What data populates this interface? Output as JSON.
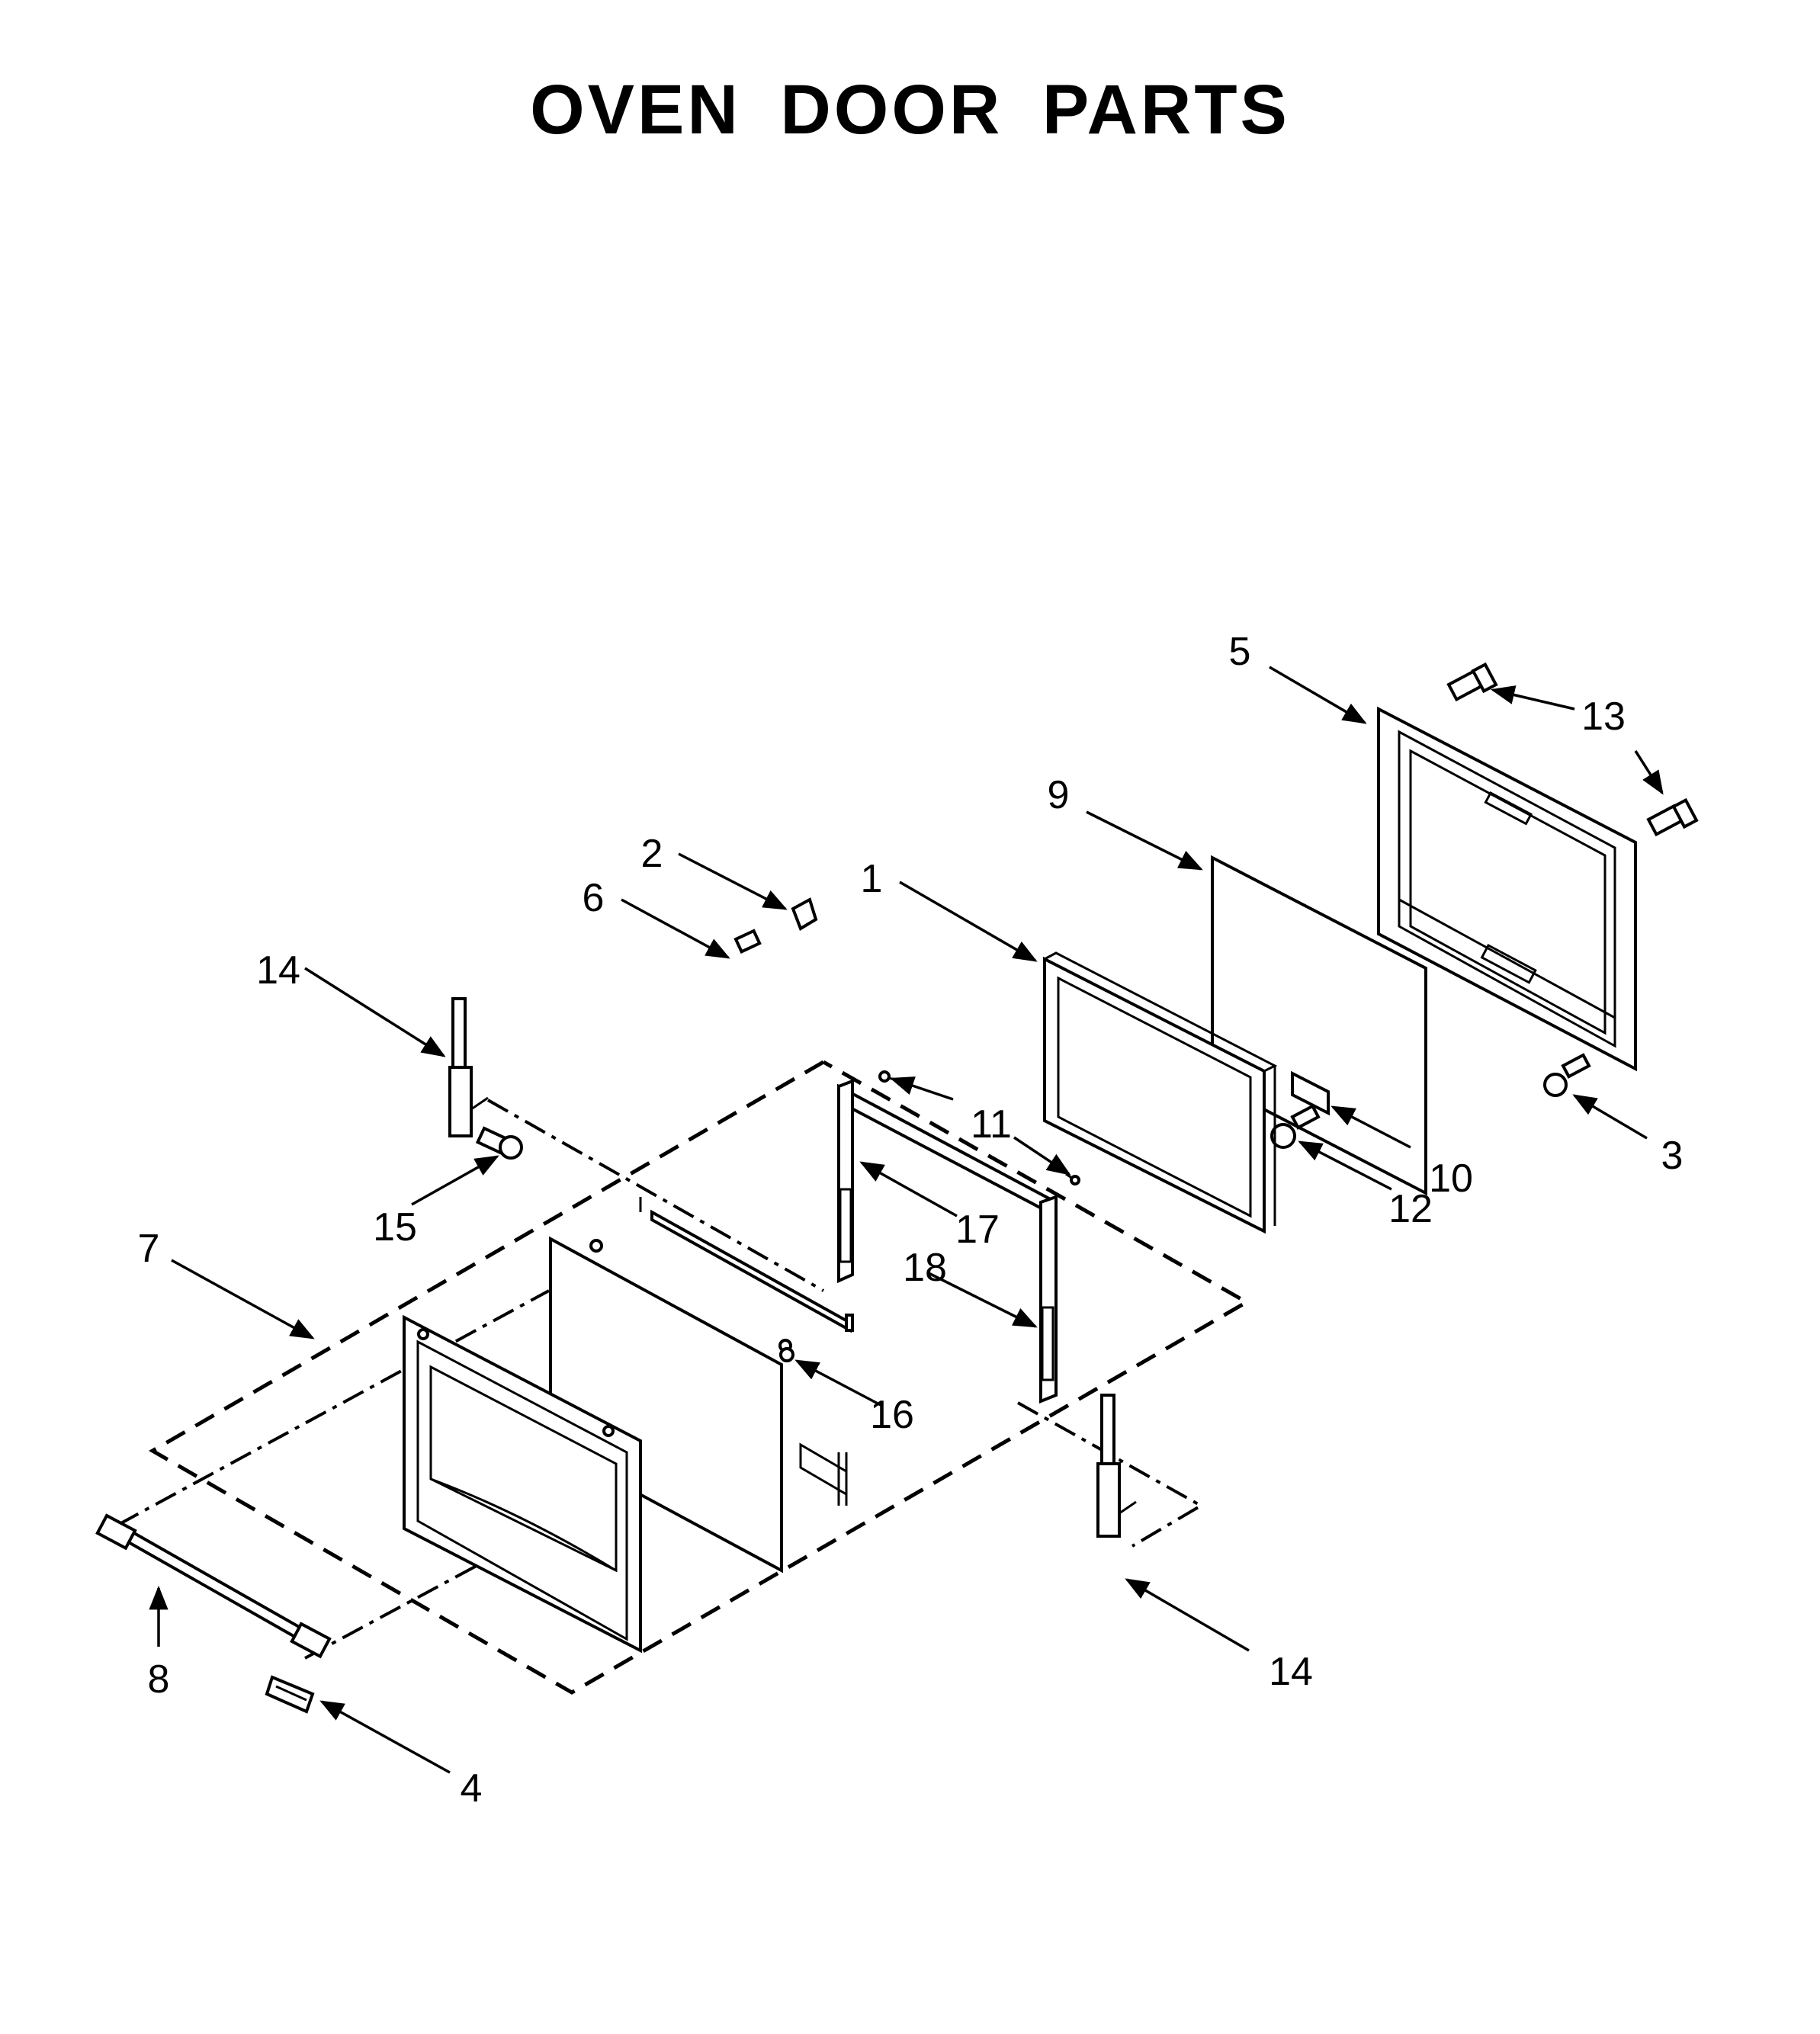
{
  "title": "OVEN DOOR PARTS",
  "callouts": {
    "c1": "1",
    "c2": "2",
    "c3": "3",
    "c4": "4",
    "c5": "5",
    "c6": "6",
    "c7": "7",
    "c8": "8",
    "c9": "9",
    "c10": "10",
    "c11": "11",
    "c12": "12",
    "c13": "13",
    "c14a": "14",
    "c14b": "14",
    "c15": "15",
    "c16": "16",
    "c17": "17",
    "c18": "18"
  }
}
